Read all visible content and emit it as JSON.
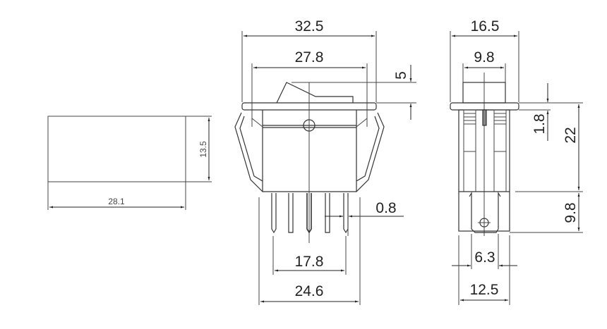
{
  "diagram": {
    "type": "rocker-switch-technical-drawing",
    "units": "mm",
    "views": {
      "panel_cutout": {
        "width_label": "28.1",
        "height_label": "13.5"
      },
      "front_view": {
        "overall_width_label": "32.5",
        "inner_width_label": "27.8",
        "rocker_height_label": "5",
        "pin_thickness_label": "0.8",
        "pin_span_inner_label": "17.8",
        "pin_span_outer_label": "24.6"
      },
      "side_view": {
        "overall_width_label": "16.5",
        "rocker_width_label": "9.8",
        "flange_thickness_label": "1.8",
        "body_height_label": "22",
        "terminal_length_label": "9.8",
        "terminal_width_label": "6.3",
        "body_width_label": "12.5"
      }
    }
  }
}
